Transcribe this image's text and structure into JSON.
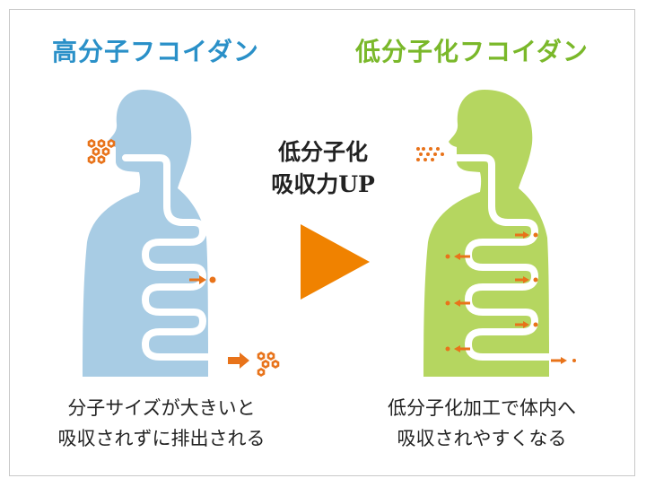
{
  "left_panel": {
    "title": "高分子フコイダン",
    "title_color": "#2a90c8",
    "body_color": "#a8cce4",
    "caption_line1": "分子サイズが大きいと",
    "caption_line2": "吸収されずに排出される"
  },
  "right_panel": {
    "title": "低分子化フコイダン",
    "title_color": "#7ab82a",
    "body_color": "#b5d660",
    "caption_line1": "低分子化加工で体内へ",
    "caption_line2": "吸収されやすくなる"
  },
  "center": {
    "line1": "低分子化",
    "line2": "吸収力UP",
    "arrow_color": "#f08200"
  },
  "accent_color": "#e8731a"
}
